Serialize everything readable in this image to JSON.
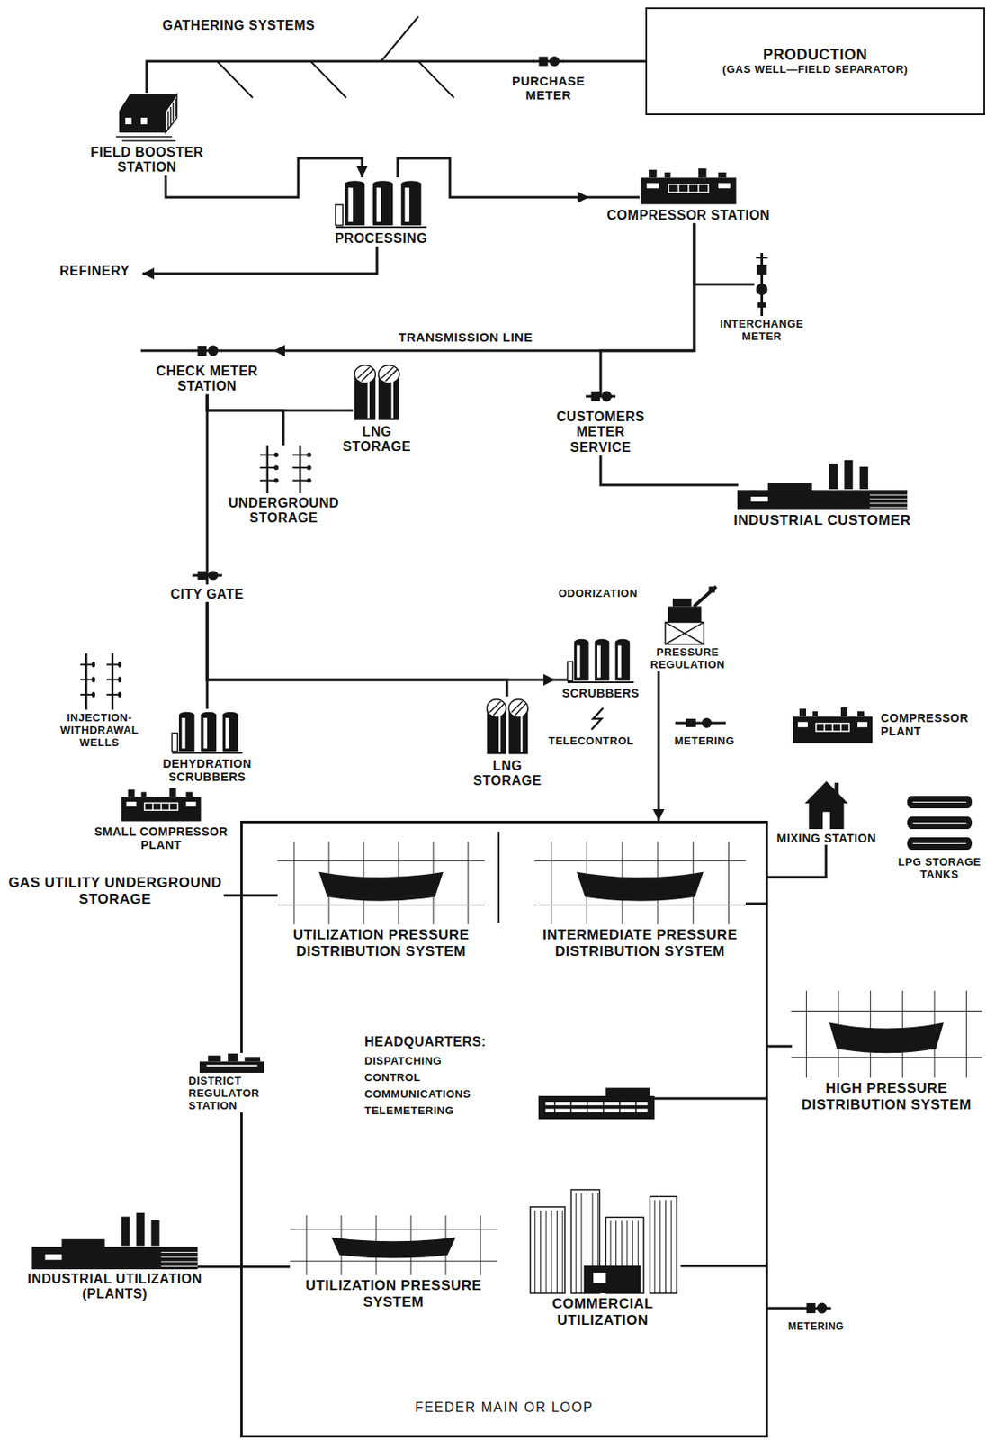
{
  "diagram": {
    "nodes": [
      {
        "text": [
          "PRODUCTION",
          "(GAS WELL—FIELD SEPARATOR)"
        ]
      },
      {
        "text": [
          "PURCHASE METER"
        ]
      },
      {
        "text": [
          "FIELD BOOSTER STATION"
        ]
      },
      {
        "text": [
          "PROCESSING"
        ]
      },
      {
        "text": [
          "REFINERY"
        ]
      },
      {
        "text": [
          "COMPRESSOR STATION"
        ]
      },
      {
        "text": [
          "INTERCHANGE METER"
        ]
      },
      {
        "text": [
          "CHECK METER STATION"
        ]
      },
      {
        "text": [
          "LNG STORAGE"
        ]
      },
      {
        "text": [
          "UNDERGROUND STORAGE"
        ]
      },
      {
        "text": [
          "CUSTOMERS METER SERVICE"
        ]
      },
      {
        "text": [
          "INDUSTRIAL CUSTOMER"
        ]
      },
      {
        "text": [
          "CITY GATE"
        ]
      },
      {
        "text": [
          "INJECTION-WITHDRAWAL WELLS"
        ]
      },
      {
        "text": [
          "DEHYDRATION SCRUBBERS"
        ]
      },
      {
        "text": [
          "SMALL COMPRESSOR PLANT"
        ]
      },
      {
        "text": [
          "GAS UTILITY UNDERGROUND STORAGE"
        ]
      },
      {
        "text": [
          "PRESSURE REGULATION"
        ]
      },
      {
        "text": [
          "SCRUBBERS"
        ]
      },
      {
        "text": [
          "LNG STORAGE"
        ]
      },
      {
        "text": [
          "COMPRESSOR PLANT"
        ]
      },
      {
        "text": [
          "MIXING STATION"
        ]
      },
      {
        "text": [
          "LPG STORAGE TANKS"
        ]
      },
      {
        "text": [
          "FEEDER MAIN OR LOOP"
        ]
      },
      {
        "text": [
          "UTILIZATION PRESSURE DISTRIBUTION SYSTEM"
        ],
        "in": 23
      },
      {
        "text": [
          "INTERMEDIATE PRESSURE DISTRIBUTION SYSTEM"
        ],
        "in": 23
      },
      {
        "text": [
          "HEADQUARTERS:",
          "DISPATCHING CONTROL COMMUNICATIONS TELEMETERING"
        ],
        "in": 23
      },
      {
        "text": [
          "DISTRICT REGULATOR STATION"
        ]
      },
      {
        "text": [
          "HIGH PRESSURE DISTRIBUTION SYSTEM"
        ]
      },
      {
        "text": [
          "INDUSTRIAL UTILIZATION (PLANTS)"
        ]
      },
      {
        "text": [
          "UTILIZATION PRESSURE SYSTEM"
        ],
        "in": 23
      },
      {
        "text": [
          "COMMERCIAL UTILIZATION"
        ],
        "in": 23
      },
      {
        "text": [
          "METERING"
        ]
      }
    ],
    "edges": [
      {
        "from": 0,
        "to": 1,
        "arrow": "none"
      },
      {
        "from": 1,
        "to": 2,
        "arrow": "none"
      },
      {
        "from": 2,
        "to": 3,
        "arrow": "to"
      },
      {
        "from": 3,
        "to": 5,
        "arrow": "to"
      },
      {
        "from": 3,
        "to": 4,
        "arrow": "to"
      },
      {
        "from": 5,
        "to": 6,
        "arrow": "none"
      },
      {
        "from": 5,
        "to": 7,
        "label": "TRANSMISSION LINE",
        "arrow": "to"
      },
      {
        "from": 5,
        "to": 10,
        "arrow": "none"
      },
      {
        "from": 10,
        "to": 11,
        "arrow": "none"
      },
      {
        "from": 7,
        "to": 8,
        "arrow": "none"
      },
      {
        "from": 7,
        "to": 9,
        "arrow": "none"
      },
      {
        "from": 7,
        "to": 12,
        "arrow": "none"
      },
      {
        "from": 12,
        "to": 18,
        "arrow": "to"
      },
      {
        "from": 12,
        "to": 14,
        "arrow": "none"
      },
      {
        "from": 12,
        "to": 19,
        "arrow": "none"
      },
      {
        "from": 17,
        "to": 23,
        "arrow": "to"
      },
      {
        "from": 16,
        "to": 23,
        "arrow": "none"
      },
      {
        "from": 23,
        "to": 24,
        "arrow": "none"
      },
      {
        "from": 25,
        "to": 23,
        "arrow": "none"
      },
      {
        "from": 21,
        "to": 23,
        "arrow": "none"
      },
      {
        "from": 26,
        "to": 23,
        "arrow": "none"
      },
      {
        "from": 23,
        "to": 28,
        "arrow": "none"
      },
      {
        "from": 29,
        "to": 23,
        "arrow": "none"
      },
      {
        "from": 23,
        "to": 30,
        "arrow": "none"
      },
      {
        "from": 31,
        "to": 23,
        "arrow": "none"
      },
      {
        "from": 23,
        "to": 32,
        "arrow": "none"
      }
    ],
    "labels": [
      "GATHERING SYSTEMS",
      "ODORIZATION",
      "TELECONTROL",
      "METERING"
    ]
  }
}
